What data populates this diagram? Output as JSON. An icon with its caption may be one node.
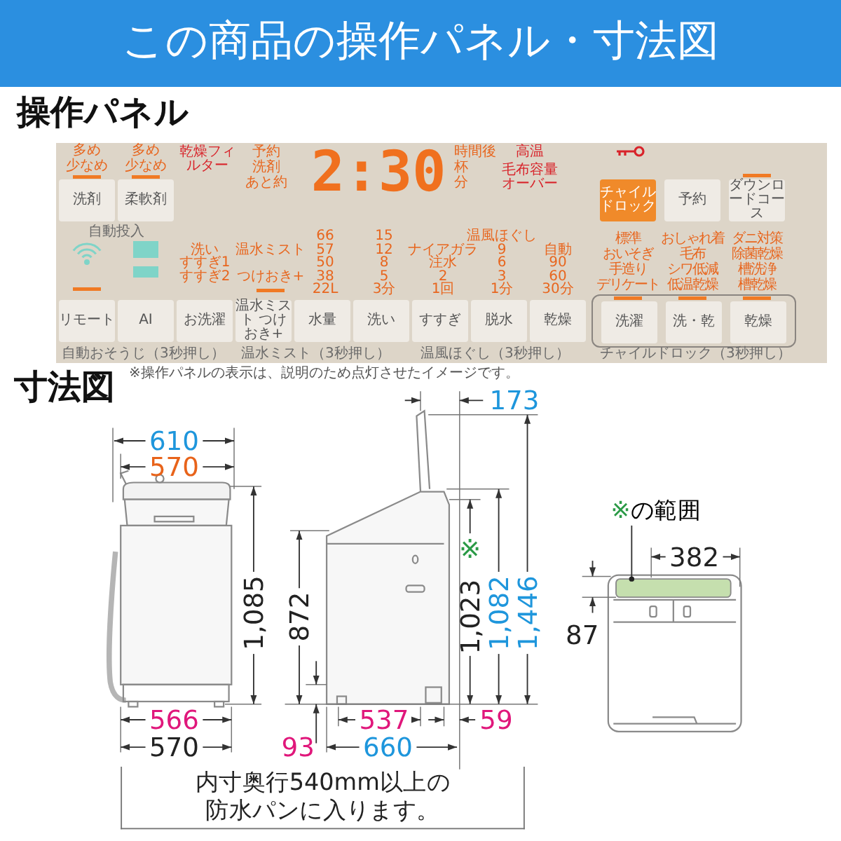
{
  "diagram": {
    "title": "この商品の操作パネル・寸法図",
    "nodes": [
      {
        "text": [],
        "shape": "box"
      },
      {
        "text": [
          "洗剤"
        ],
        "in": 0
      },
      {
        "text": [
          "柔軟剤"
        ],
        "in": 0
      },
      {
        "text": [
          "チャイルドロック"
        ],
        "in": 0
      },
      {
        "text": [
          "予約"
        ],
        "in": 0
      },
      {
        "text": [
          "ダウンロードコース"
        ],
        "in": 0
      },
      {
        "text": [
          "リモート"
        ],
        "in": 0
      },
      {
        "text": [
          "AI"
        ],
        "in": 0
      },
      {
        "text": [
          "お洗濯"
        ],
        "in": 0
      },
      {
        "text": [
          "温水ミスト つけおき+"
        ],
        "in": 0
      },
      {
        "text": [
          "水量"
        ],
        "in": 0
      },
      {
        "text": [
          "洗い"
        ],
        "in": 0
      },
      {
        "text": [
          "すすぎ"
        ],
        "in": 0
      },
      {
        "text": [
          "脱水"
        ],
        "in": 0
      },
      {
        "text": [
          "乾燥"
        ],
        "in": 0
      },
      {
        "text": [],
        "shape": "box",
        "in": 0
      },
      {
        "text": [
          "洗濯"
        ],
        "in": 15
      },
      {
        "text": [
          "洗・乾"
        ],
        "in": 15
      },
      {
        "text": [
          "乾燥"
        ],
        "in": 15
      },
      {
        "text": [
          "内寸奥行540mm以上の防水パンに入ります。"
        ]
      },
      {
        "text": [
          "※",
          "の範囲"
        ]
      },
      {
        "text": [],
        "shape": "box"
      }
    ],
    "edges": [
      {
        "from": 20,
        "to": 21,
        "arrow": "other"
      }
    ],
    "labels": [
      "操作パネル",
      "多め",
      "少なめ",
      "多め",
      "少なめ",
      "乾燥フィルター",
      "予約",
      "洗剤",
      "あと約",
      "2:30",
      "時間後",
      "杯",
      "分",
      "高温",
      "毛布容量オーバー",
      "自動投入",
      "洗い",
      "すすぎ1",
      "すすぎ2",
      "温水ミスト",
      "つけおき+",
      "66",
      "57",
      "50",
      "38",
      "22L",
      "15",
      "12",
      "8",
      "5",
      "3分",
      "ナイアガラ",
      "注水",
      "2",
      "1回",
      "温風ほぐし",
      "9",
      "6",
      "3",
      "1分",
      "自動",
      "90",
      "60",
      "30分",
      "標準",
      "おしゃれ着",
      "ダニ対策",
      "おいそぎ",
      "毛布",
      "除菌乾燥",
      "手造り",
      "シワ低減",
      "槽洗浄",
      "デリケート",
      "低温乾燥",
      "槽乾燥",
      "自動おそうじ（3秒押し）",
      "温水ミスト（3秒押し）",
      "温風ほぐし（3秒押し）",
      "チャイルドロック（3秒押し）",
      "※操作パネルの表示は、説明のため点灯させたイメージです。",
      "寸法図",
      "173",
      "610",
      "570",
      "※",
      "382",
      "1,085",
      "872",
      "1,023",
      "1,082",
      "1,446",
      "87",
      "566",
      "537",
      "59",
      "570",
      "93",
      "660"
    ]
  }
}
